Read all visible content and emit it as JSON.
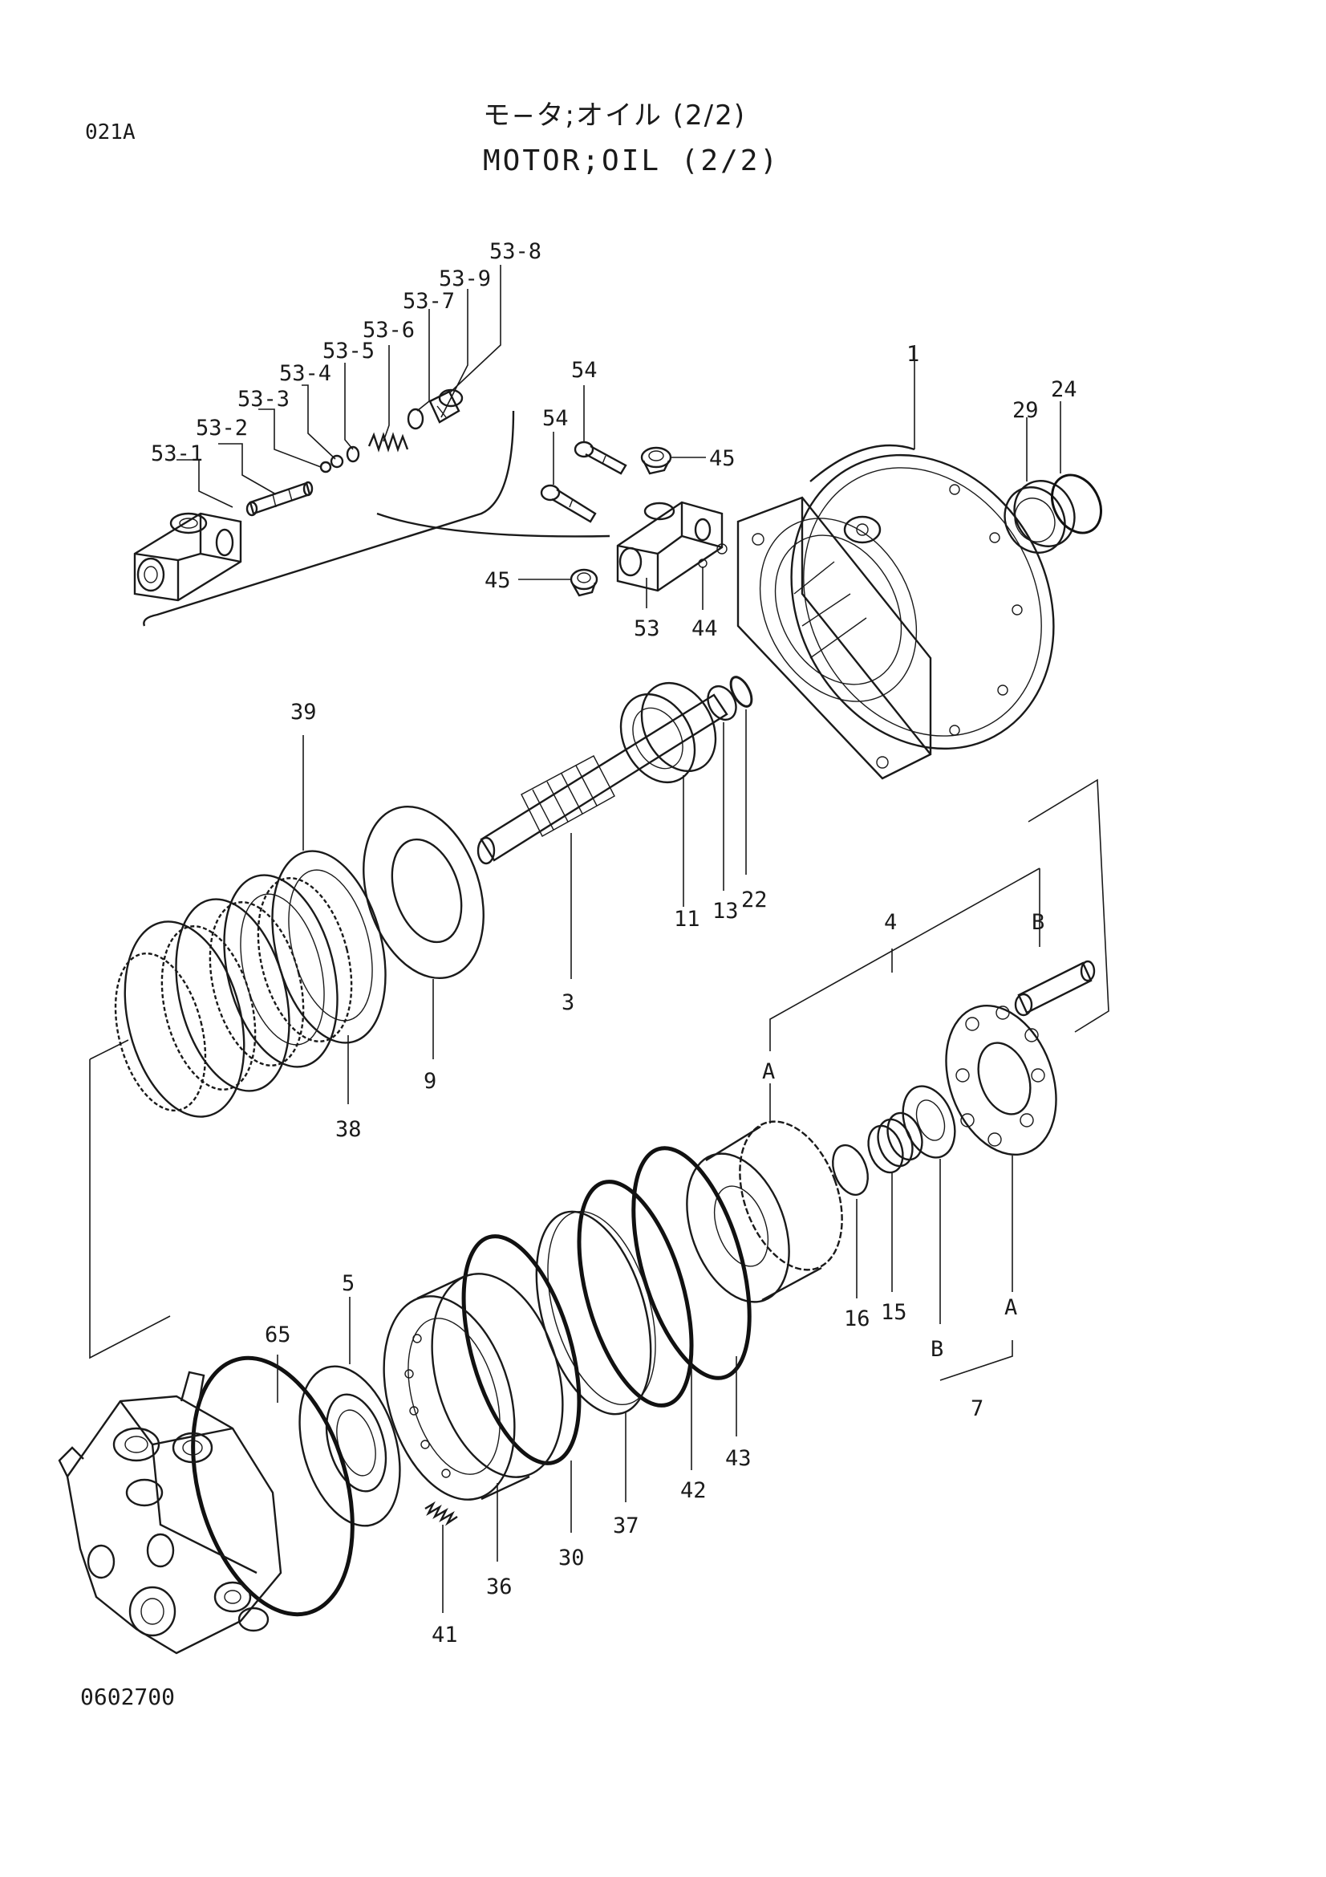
{
  "header": {
    "page_code": "021A",
    "title_jp": "モ−タ;オイル (2/2)",
    "title_en": "MOTOR;OIL (2/2)"
  },
  "footer": {
    "drawing_number": "0602700"
  },
  "callouts": {
    "c53_8": "53-8",
    "c53_9": "53-9",
    "c53_7": "53-7",
    "c53_6": "53-6",
    "c53_5": "53-5",
    "c53_4": "53-4",
    "c53_3": "53-3",
    "c53_2": "53-2",
    "c53_1": "53-1",
    "c54a": "54",
    "c54b": "54",
    "c45a": "45",
    "c45b": "45",
    "c53": "53",
    "c44": "44",
    "c1": "1",
    "c29": "29",
    "c24": "24",
    "c39": "39",
    "c3": "3",
    "c11": "11",
    "c13": "13",
    "c22": "22",
    "c4": "4",
    "cB1": "B",
    "cA1": "A",
    "c9": "9",
    "c38": "38",
    "c5": "5",
    "c65": "65",
    "c16": "16",
    "c15": "15",
    "cB2": "B",
    "cA2": "A",
    "c7": "7",
    "c43": "43",
    "c42": "42",
    "c37": "37",
    "c30": "30",
    "c36": "36",
    "c41": "41"
  }
}
